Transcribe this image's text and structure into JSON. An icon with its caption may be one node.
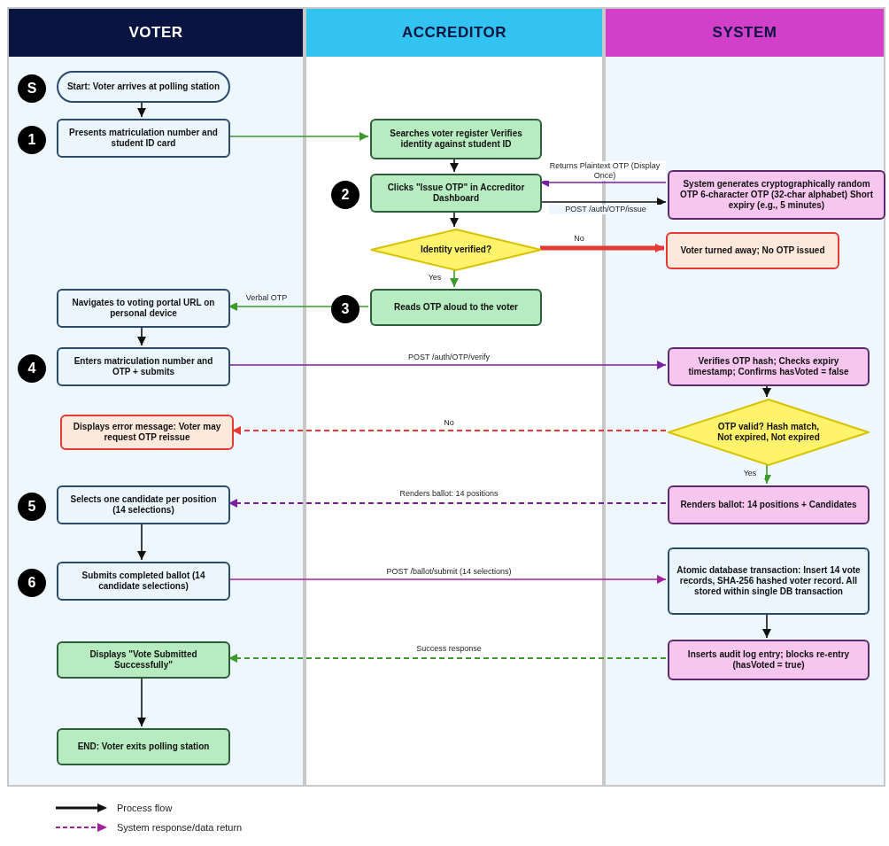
{
  "diagram": {
    "nodes": [
      {
        "text": [
          "VOTER"
        ]
      },
      {
        "text": [
          "ACCREDITOR"
        ]
      },
      {
        "text": [
          "SYSTEM"
        ]
      },
      {
        "text": [
          "Start: Voter arrives at polling station"
        ],
        "in": 0,
        "beside": [
          "S"
        ]
      },
      {
        "text": [
          "Presents matriculation number and student ID card"
        ],
        "in": 0,
        "beside": [
          "1"
        ]
      },
      {
        "text": [
          "Searches voter register Verifies identity against student ID"
        ],
        "in": 1
      },
      {
        "text": [
          "Clicks \"Issue OTP\" in Accreditor Dashboard"
        ],
        "in": 1,
        "beside": [
          "2"
        ]
      },
      {
        "text": [
          "System generates cryptographically random OTP 6-character OTP (32-char alphabet) Short expiry (e.g., 5 minutes)"
        ],
        "in": 2
      },
      {
        "text": [
          "Identity verified?"
        ],
        "in": 1
      },
      {
        "text": [
          "Voter turned away; No OTP issued"
        ],
        "in": 2
      },
      {
        "text": [
          "Reads OTP aloud to the voter"
        ],
        "in": 1,
        "beside": [
          "3"
        ]
      },
      {
        "text": [
          "Navigates to voting portal URL on personal device"
        ],
        "in": 0
      },
      {
        "text": [
          "Enters matriculation number and OTP + submits"
        ],
        "in": 0,
        "beside": [
          "4"
        ]
      },
      {
        "text": [
          "Verifies OTP hash; Checks expiry timestamp; Confirms hasVoted = false"
        ],
        "in": 2
      },
      {
        "text": [
          "OTP valid? Hash match, Not expired, Not expired"
        ],
        "in": 2
      },
      {
        "text": [
          "Displays error message: Voter may request OTP reissue"
        ],
        "in": 0
      },
      {
        "text": [
          "Renders ballot: 14 positions + Candidates"
        ],
        "in": 2
      },
      {
        "text": [
          "Selects one candidate per position (14 selections)"
        ],
        "in": 0,
        "beside": [
          "5"
        ]
      },
      {
        "text": [
          "Submits completed ballot (14 candidate selections)"
        ],
        "in": 0,
        "beside": [
          "6"
        ]
      },
      {
        "text": [
          "Atomic database transaction: Insert 14 vote records, SHA-256 hashed voter record. All stored within single DB transaction"
        ],
        "in": 2
      },
      {
        "text": [
          "Inserts audit log entry; blocks re-entry (hasVoted = true)"
        ],
        "in": 2
      },
      {
        "text": [
          "Displays \"Vote Submitted Successfully\""
        ],
        "in": 0
      },
      {
        "text": [
          "END: Voter exits polling station"
        ],
        "in": 0
      }
    ],
    "edges": [
      {
        "from": 3,
        "to": 4,
        "arrow": "to"
      },
      {
        "from": 4,
        "to": 5,
        "arrow": "to",
        "color": "#3c9a2c"
      },
      {
        "from": 5,
        "to": 6,
        "arrow": "to"
      },
      {
        "from": 7,
        "to": 6,
        "arrow": "to",
        "label": "Returns Plaintext OTP (Display Once)",
        "color": "#7b1fa2"
      },
      {
        "from": 6,
        "to": 7,
        "arrow": "to",
        "label": "POST /auth/OTP/issue"
      },
      {
        "from": 6,
        "to": 8,
        "arrow": "to"
      },
      {
        "from": 8,
        "to": 9,
        "arrow": "to",
        "label": "No",
        "style": "thick",
        "color": "#e53935"
      },
      {
        "from": 8,
        "to": 10,
        "arrow": "to",
        "label": "Yes",
        "color": "#3c9a2c"
      },
      {
        "from": 10,
        "to": 11,
        "arrow": "to",
        "label": "Verbal OTP",
        "color": "#3c9a2c"
      },
      {
        "from": 11,
        "to": 12,
        "arrow": "to"
      },
      {
        "from": 12,
        "to": 13,
        "arrow": "to",
        "label": "POST /auth/OTP/verify",
        "color": "#7b1fa2"
      },
      {
        "from": 13,
        "to": 14,
        "arrow": "to"
      },
      {
        "from": 14,
        "to": 15,
        "arrow": "to",
        "label": "No",
        "style": "dashed",
        "color": "#e53935"
      },
      {
        "from": 14,
        "to": 16,
        "arrow": "to",
        "label": "Yes",
        "color": "#3c9a2c"
      },
      {
        "from": 16,
        "to": 17,
        "arrow": "to",
        "label": "Renders ballot: 14 positions",
        "style": "dashed",
        "color": "#7b1fa2"
      },
      {
        "from": 17,
        "to": 18,
        "arrow": "to"
      },
      {
        "from": 18,
        "to": 19,
        "arrow": "to",
        "label": "POST /ballot/submit (14 selections)",
        "color": "#a3239a"
      },
      {
        "from": 19,
        "to": 20,
        "arrow": "to"
      },
      {
        "from": 20,
        "to": 21,
        "arrow": "to",
        "label": "Success response",
        "style": "dashed",
        "color": "#3c9a2c"
      },
      {
        "from": 21,
        "to": 22,
        "arrow": "to"
      }
    ],
    "legend": [
      {
        "text": "Process flow"
      },
      {
        "text": "System response/data return"
      }
    ]
  }
}
